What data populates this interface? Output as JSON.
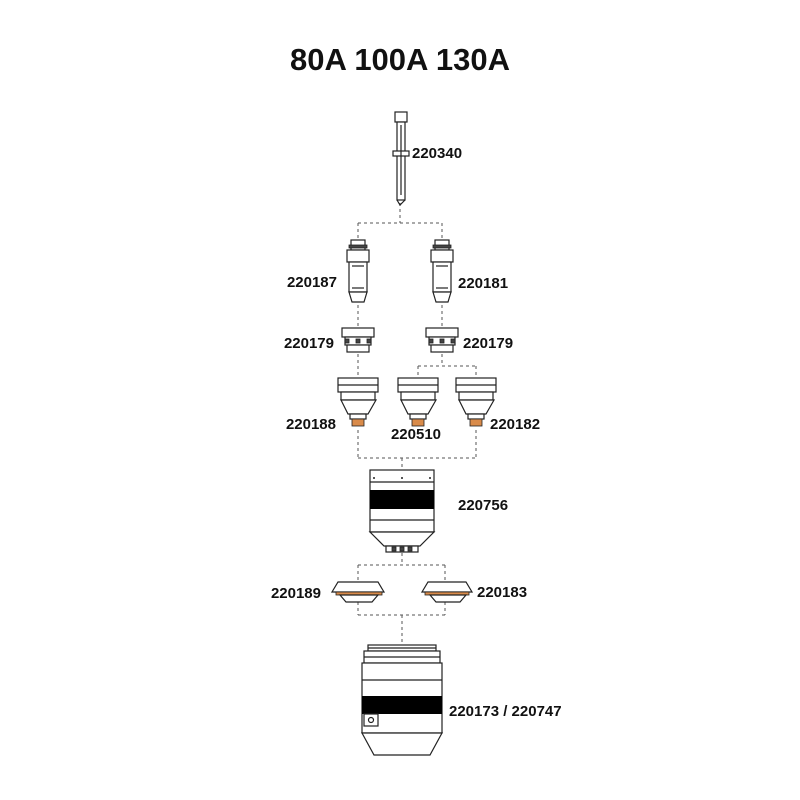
{
  "title": "80A 100A 130A",
  "parts": {
    "electrode_shaft": "220340",
    "electrode_left": "220187",
    "electrode_right": "220181",
    "swirl_ring_left": "220179",
    "swirl_ring_right": "220179",
    "nozzle_left": "220188",
    "nozzle_middle": "220510",
    "nozzle_right": "220182",
    "retaining_cap": "220756",
    "shield_left": "220189",
    "shield_right": "220183",
    "outer_cap": "220173 / 220747"
  }
}
